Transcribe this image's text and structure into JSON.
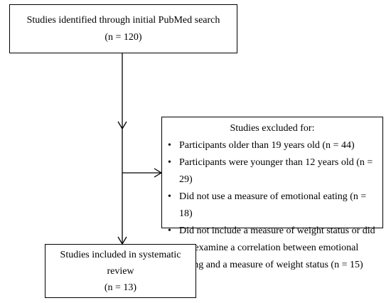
{
  "identified": {
    "line1": "Studies identified through initial PubMed search",
    "line2": "(n = 120)"
  },
  "excluded": {
    "title": "Studies excluded for:",
    "reasons": [
      "Participants older than 19 years old (n = 44)",
      "Participants were younger than 12 years old (n = 29)",
      "Did not use a measure of emotional eating (n = 18)",
      "Did not include a measure of weight status or did not examine a correlation between emotional eating and a measure of weight status (n = 15)"
    ]
  },
  "included": {
    "line1": "Studies included in systematic",
    "line2": "review",
    "line3": "(n = 13)"
  }
}
